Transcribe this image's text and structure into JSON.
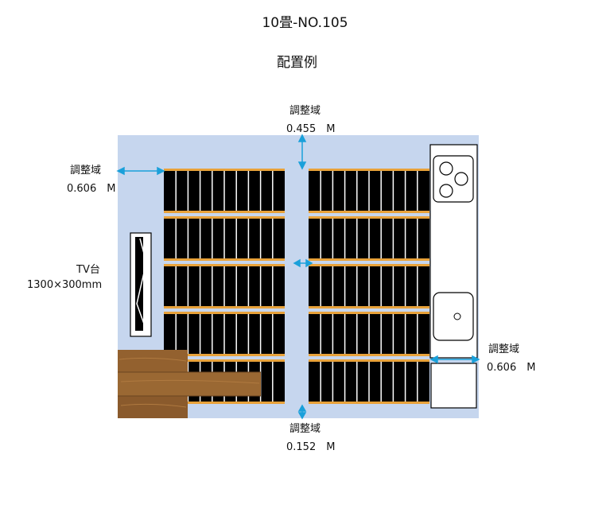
{
  "title": "10畳-NO.105",
  "subtitle": "配置例",
  "labels": {
    "top_name": "調整域",
    "top_value": "0.455　M",
    "left_name": "調整域",
    "left_value": "0.606　M",
    "right_name": "調整域",
    "right_value": "0.606　M",
    "bottom_name": "調整域",
    "bottom_value": "0.152　M",
    "tv_name": "TV台",
    "tv_size": "1300×300mm"
  },
  "colors": {
    "floor": "#c6d6ee",
    "panel": "#000000",
    "panel_divider": "#ffffff",
    "strip": "#e8a23a",
    "arrow": "#1aa0da",
    "wood": "#8a5a2c"
  },
  "panels": {
    "rows": 5,
    "columns_per_group": 10,
    "groups": 2
  }
}
